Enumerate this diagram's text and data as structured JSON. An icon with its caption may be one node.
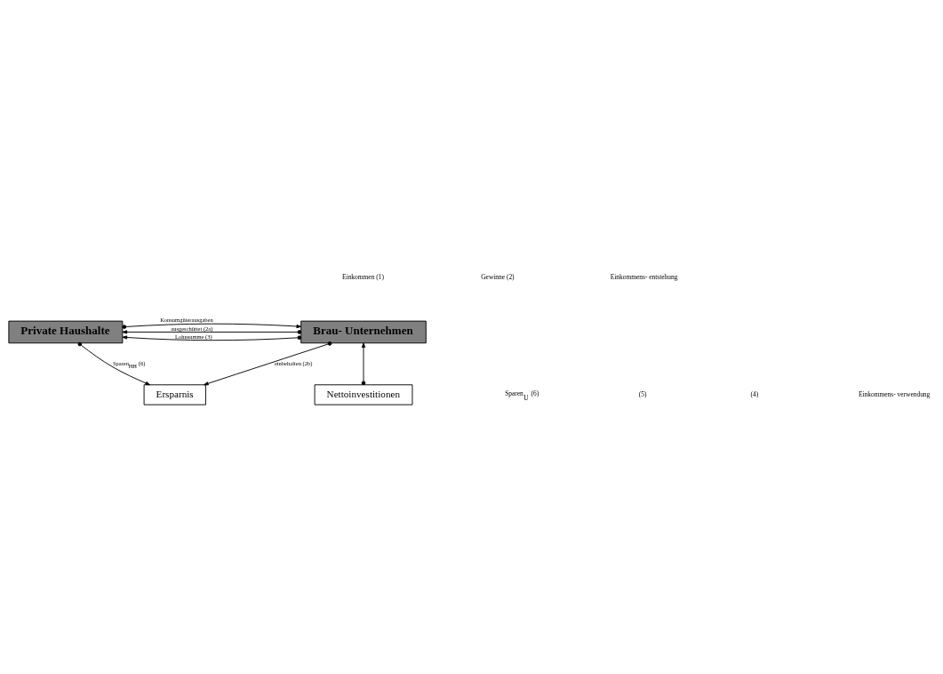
{
  "diagram": {
    "nodes": [
      {
        "text": [
          "Brau- Unternehmen"
        ]
      },
      {
        "text": [
          "Private Haushalte"
        ]
      },
      {
        "text": [
          "Nettoinvestitionen"
        ]
      },
      {
        "text": [
          "Ersparnis"
        ]
      }
    ],
    "edges": [
      {
        "from": 0,
        "to": 1,
        "arrow": "to",
        "label": "Lohnsumme (3)"
      },
      {
        "from": 0,
        "to": 1,
        "arrow": "to",
        "label": "ausgeschüttet (2a)"
      },
      {
        "from": 0,
        "to": 3,
        "arrow": "to",
        "label": "einbehalten (2b)"
      },
      {
        "from": 1,
        "to": 0,
        "arrow": "to",
        "label": "Konsumgüterausgaben"
      },
      {
        "from": 1,
        "to": 3,
        "arrow": "to",
        "label": "Sparen$_{HH}$ (6)"
      },
      {
        "from": 2,
        "to": 0,
        "arrow": "to"
      }
    ],
    "labels": [
      "Einkommen (1)",
      "Gewinne (2)",
      "Sparen$_{U}$ (6)",
      "(5)",
      "(4)",
      "Einkommens- entstehung",
      "Einkommens- verwendung"
    ]
  }
}
